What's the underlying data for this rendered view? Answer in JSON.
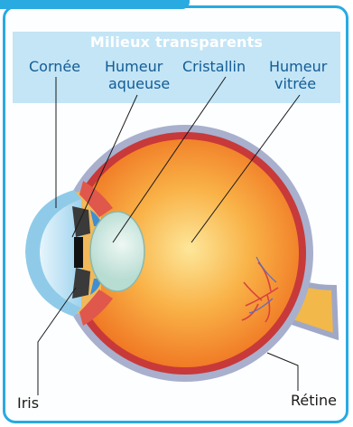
{
  "header": {
    "title": "Milieux transparents",
    "labels": {
      "cornee": "Cornée",
      "humeur_aqueuse_line1": "Humeur",
      "humeur_aqueuse_line2": "aqueuse",
      "cristallin": "Cristallin",
      "humeur_vitree_line1": "Humeur",
      "humeur_vitree_line2": "vitrée"
    }
  },
  "bottom_labels": {
    "iris": "Iris",
    "retine": "Rétine"
  },
  "colors": {
    "frame": "#29aae1",
    "header_bg": "#c3e5f6",
    "label_text": "#135c95",
    "sclera": "#9fa8c7",
    "retina": "#c23b3b",
    "vitreous_center": "#fbe08a",
    "vitreous_edge": "#f07a22",
    "cornea": "#bfe3f4",
    "lens": "#d8ece8",
    "optic_nerve": "#f2b84a"
  }
}
